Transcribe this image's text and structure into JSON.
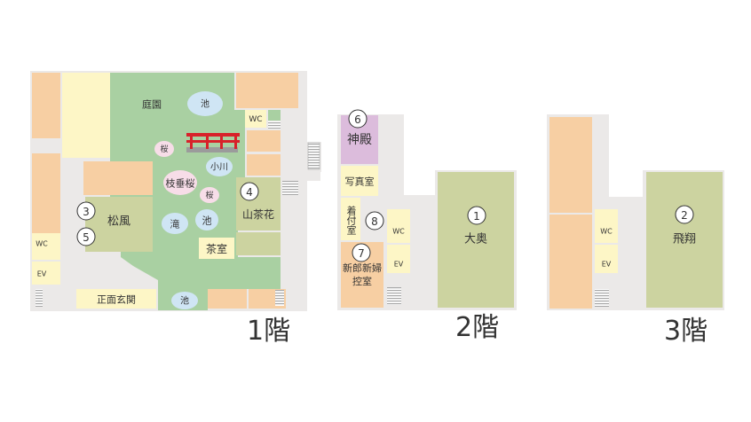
{
  "floors": [
    {
      "label": "1階",
      "rooms": {
        "garden": "庭園",
        "pond_top": "池",
        "wc": "WC",
        "sakura_1": "桜",
        "ogawa": "小川",
        "shidare": "枝垂桜",
        "sakura_2": "桜",
        "sansaka": "山茶花",
        "shofu": "松風",
        "taki": "滝",
        "pond_mid": "池",
        "chashitsu": "茶室",
        "wc_left": "WC",
        "ev": "EV",
        "entrance": "正面玄関",
        "pond_bottom": "池"
      },
      "markers": [
        "3",
        "5",
        "4"
      ]
    },
    {
      "label": "2階",
      "rooms": {
        "shinden": "神殿",
        "shashin": "写真室",
        "kitsuke": "着付室",
        "wc": "WC",
        "ev": "EV",
        "hikae": "新郎新婦控室",
        "ooku": "大奥"
      },
      "markers": [
        "6",
        "8",
        "7",
        "1"
      ]
    },
    {
      "label": "3階",
      "rooms": {
        "wc": "WC",
        "ev": "EV",
        "hisho": "飛翔"
      },
      "markers": [
        "2"
      ]
    }
  ],
  "colors": {
    "building": "#ebe9e8",
    "room_orange": "#f7cfa3",
    "room_yellow": "#fdf6c6",
    "garden": "#a9d0a2",
    "room_olive": "#ccd3a0",
    "shinden": "#dcbcdc",
    "pond": "#cfe5f4",
    "sakura": "#f7dde8",
    "bridge": "#d8212a",
    "stairs": "#9b9b9b"
  }
}
